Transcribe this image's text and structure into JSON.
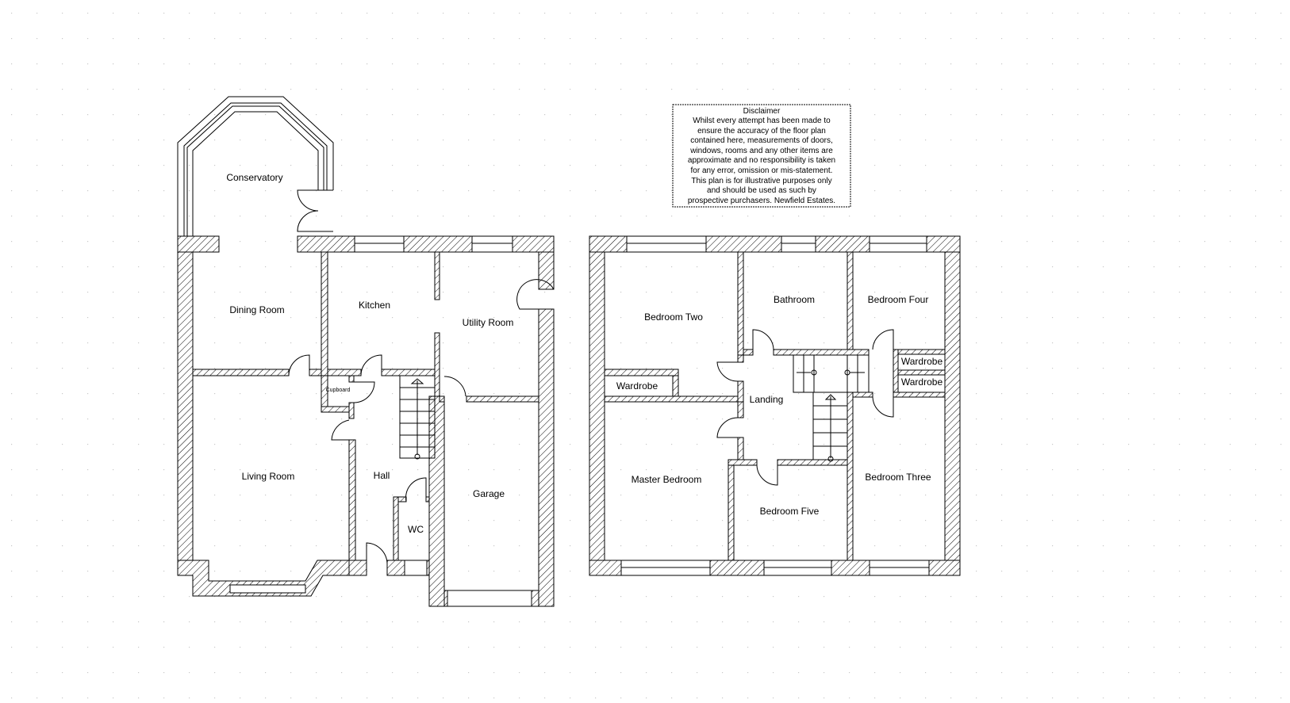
{
  "ground_floor": {
    "rooms": {
      "conservatory": "Conservatory",
      "dining_room": "Dining Room",
      "kitchen": "Kitchen",
      "utility_room": "Utility Room",
      "cupboard": "Cupboard",
      "living_room": "Living Room",
      "hall": "Hall",
      "wc": "WC",
      "garage": "Garage"
    }
  },
  "first_floor": {
    "rooms": {
      "bedroom_two": "Bedroom Two",
      "bathroom": "Bathroom",
      "bedroom_four": "Bedroom Four",
      "wardrobe_left": "Wardrobe",
      "wardrobe_right_1": "Wardrobe",
      "wardrobe_right_2": "Wardrobe",
      "landing": "Landing",
      "master_bedroom": "Master Bedroom",
      "bedroom_five": "Bedroom Five",
      "bedroom_three": "Bedroom Three"
    }
  },
  "disclaimer": {
    "title": "Disclaimer",
    "lines": [
      "Whilst every attempt has been made to",
      "ensure the accuracy of the floor plan",
      "contained here, measurements of doors,",
      "windows, rooms and any other items are",
      "approximate and no responsibility is taken",
      "for any error, omission or mis-statement.",
      "This plan is for illustrative purposes only",
      "and should be used as such by",
      "prospective purchasers. Newfield Estates."
    ]
  }
}
